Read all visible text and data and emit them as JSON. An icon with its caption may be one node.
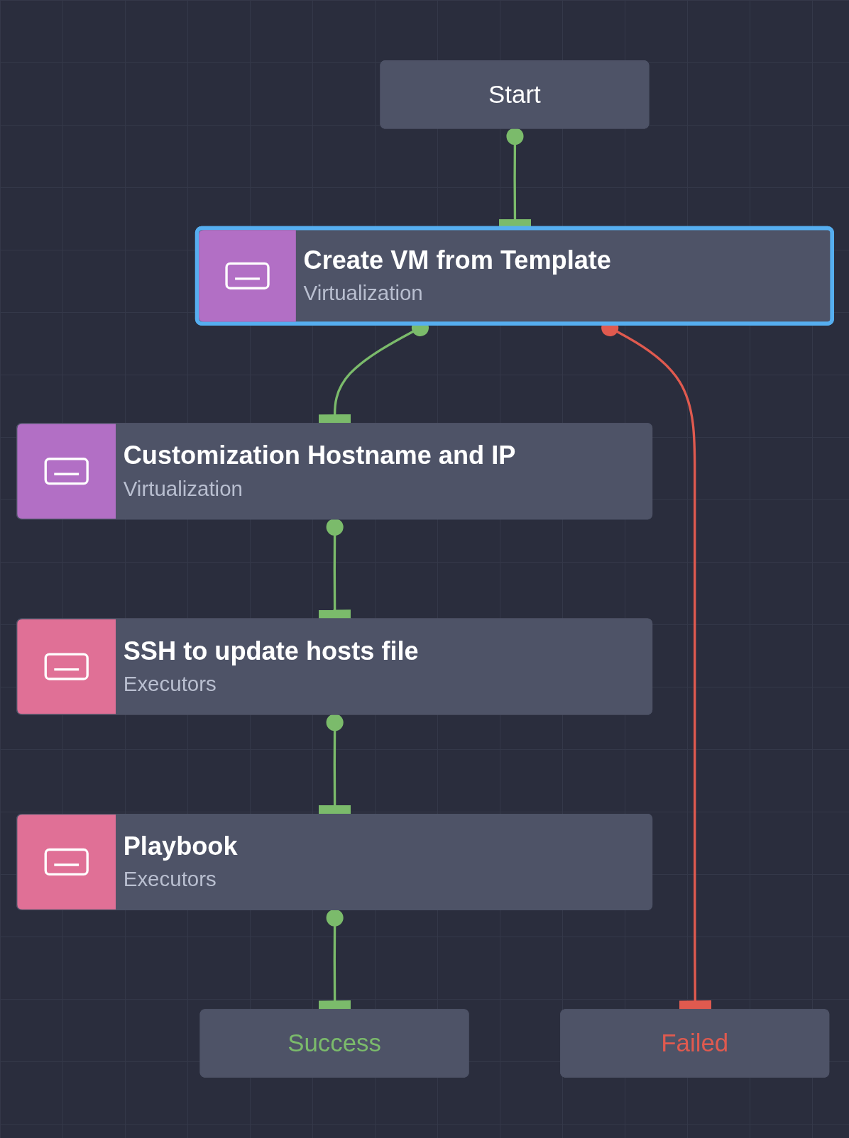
{
  "diagram": {
    "nodes": [
      {
        "text": [
          "Start"
        ]
      },
      {
        "text": [
          "Create VM from Template",
          "Virtualization"
        ]
      },
      {
        "text": [
          "Customization Hostname and IP",
          "Virtualization"
        ]
      },
      {
        "text": [
          "SSH to update hosts file",
          "Executors"
        ]
      },
      {
        "text": [
          "Playbook",
          "Executors"
        ]
      },
      {
        "text": [
          "Success"
        ]
      },
      {
        "text": [
          "Failed"
        ]
      }
    ],
    "edges": [
      {
        "from": 0,
        "to": 1,
        "arrow": "other"
      },
      {
        "from": 1,
        "to": 2,
        "arrow": "other"
      },
      {
        "from": 2,
        "to": 3,
        "arrow": "other"
      },
      {
        "from": 3,
        "to": 4,
        "arrow": "other"
      },
      {
        "from": 4,
        "to": 5,
        "arrow": "other"
      },
      {
        "from": 1,
        "to": 6,
        "arrow": "other",
        "color": "#e05a4f"
      }
    ]
  }
}
